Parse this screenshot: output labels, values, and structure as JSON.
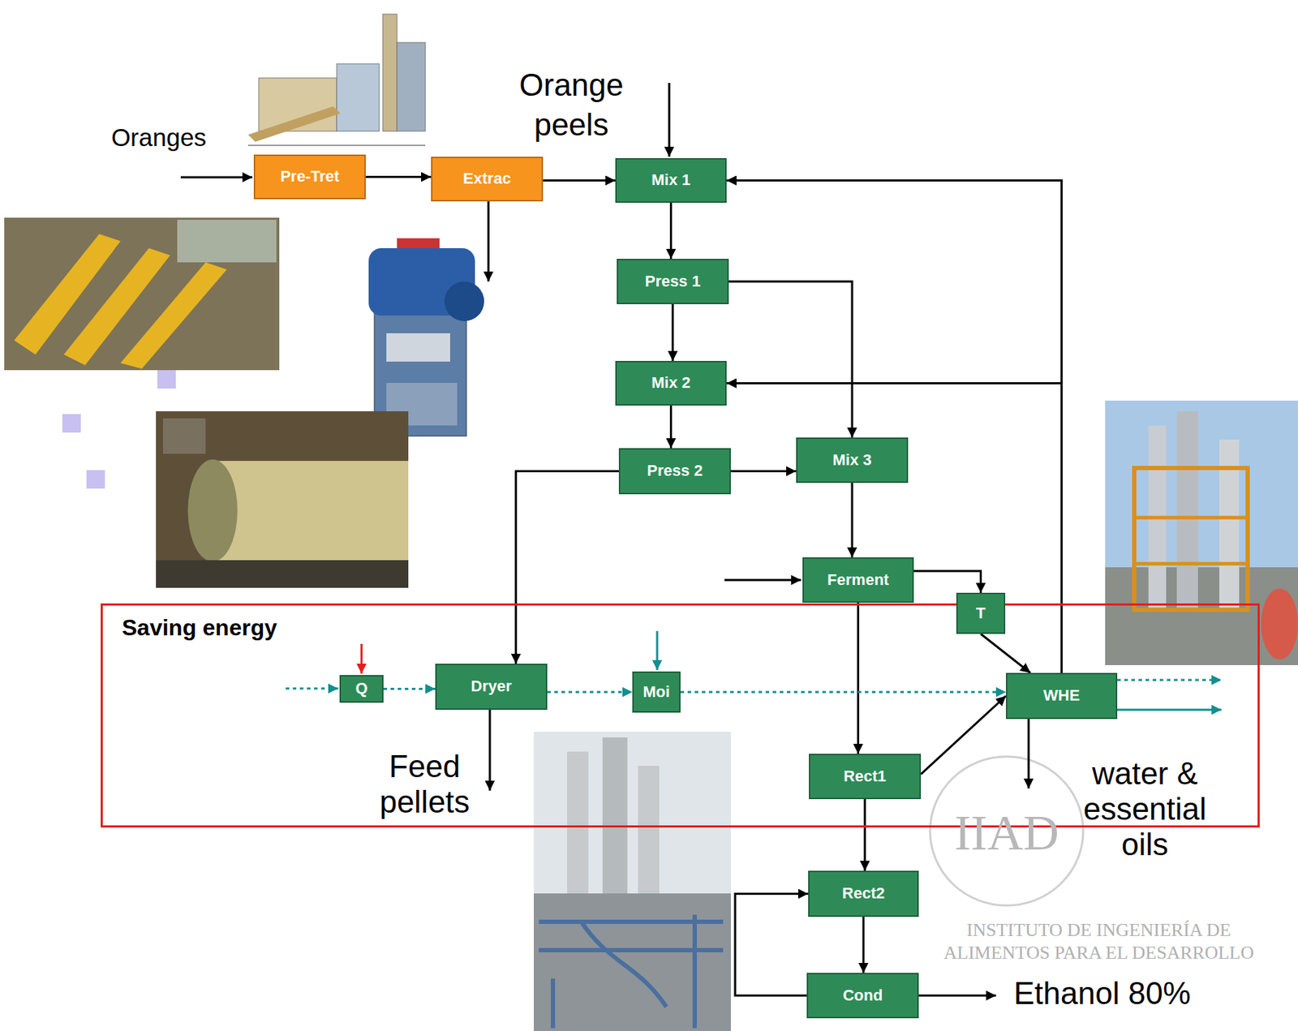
{
  "diagram": {
    "nodes": [
      {
        "text": [
          "Pre-Tret"
        ]
      },
      {
        "text": [
          "Extrac"
        ]
      },
      {
        "text": [
          "Mix 1"
        ]
      },
      {
        "text": [
          "Press 1"
        ]
      },
      {
        "text": [
          "Mix 2"
        ]
      },
      {
        "text": [
          "Press 2"
        ]
      },
      {
        "text": [
          "Mix 3"
        ]
      },
      {
        "text": [
          "Ferment"
        ]
      },
      {
        "text": [
          "Saving energy"
        ]
      },
      {
        "text": [
          "T"
        ],
        "in": 8
      },
      {
        "text": [
          "Q"
        ],
        "in": 8
      },
      {
        "text": [
          "Dryer"
        ],
        "in": 8
      },
      {
        "text": [
          "Moi"
        ],
        "in": 8
      },
      {
        "text": [
          "WHE"
        ],
        "in": 8
      },
      {
        "text": [
          "Rect1"
        ],
        "in": 8
      },
      {
        "text": [
          "Rect2"
        ]
      },
      {
        "text": [
          "Cond"
        ]
      }
    ],
    "edges": [
      {
        "from": 0,
        "to": 1,
        "arrow": "to"
      },
      {
        "from": 1,
        "to": 2,
        "arrow": "to"
      },
      {
        "from": 2,
        "to": 3,
        "arrow": "to"
      },
      {
        "from": 3,
        "to": 4,
        "arrow": "to"
      },
      {
        "from": 3,
        "to": 6,
        "arrow": "to"
      },
      {
        "from": 4,
        "to": 5,
        "arrow": "to"
      },
      {
        "from": 5,
        "to": 6,
        "arrow": "to"
      },
      {
        "from": 5,
        "to": 11,
        "arrow": "to"
      },
      {
        "from": 6,
        "to": 7,
        "arrow": "to"
      },
      {
        "from": 7,
        "to": 9,
        "arrow": "to"
      },
      {
        "from": 7,
        "to": 14,
        "arrow": "to"
      },
      {
        "from": 9,
        "to": 13,
        "arrow": "to"
      },
      {
        "from": 14,
        "to": 13,
        "arrow": "to"
      },
      {
        "from": 13,
        "to": 2,
        "arrow": "to"
      },
      {
        "from": 13,
        "to": 4,
        "arrow": "to"
      },
      {
        "from": 10,
        "to": 11,
        "arrow": "to"
      },
      {
        "from": 11,
        "to": 12,
        "arrow": "to"
      },
      {
        "from": 12,
        "to": 13,
        "arrow": "to"
      },
      {
        "from": 14,
        "to": 15,
        "arrow": "to"
      },
      {
        "from": 15,
        "to": 16,
        "arrow": "to"
      },
      {
        "from": 16,
        "to": 15,
        "arrow": "to"
      }
    ],
    "labels": [
      "Oranges",
      "Orange peels",
      "Feed pellets",
      "water & essential oils",
      "Ethanol 80%",
      "IIAD",
      "INSTITUTO DE INGENIERÍA DE ALIMENTOS PARA EL DESARROLLO"
    ]
  }
}
